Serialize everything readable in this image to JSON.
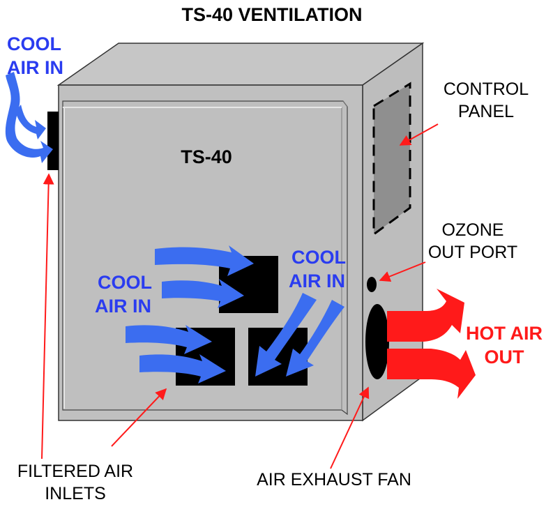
{
  "title": "TS-40 VENTILATION",
  "unit_label": "TS-40",
  "labels": {
    "cool_air_top": [
      "COOL",
      "AIR IN"
    ],
    "cool_air_front_left": [
      "COOL",
      "AIR IN"
    ],
    "cool_air_front_right": [
      "COOL",
      "AIR IN"
    ],
    "hot_air": [
      "HOT AIR",
      "OUT"
    ],
    "control_panel": [
      "CONTROL",
      "PANEL"
    ],
    "ozone_port": [
      "OZONE",
      "OUT PORT"
    ],
    "filtered_inlets": [
      "FILTERED AIR",
      "INLETS"
    ],
    "exhaust_fan": "AIR EXHAUST FAN"
  },
  "colors": {
    "cool_air": "#3b6df0",
    "cool_text": "#2a3cf0",
    "hot_air": "#ff1a1a",
    "hot_text": "#ff1a1a",
    "pointer": "#ff1a1a",
    "cabinet_front": "#c0c0c0",
    "cabinet_top": "#c6c6c6",
    "cabinet_side": "#bdbdbd",
    "inlet": "#000000"
  }
}
